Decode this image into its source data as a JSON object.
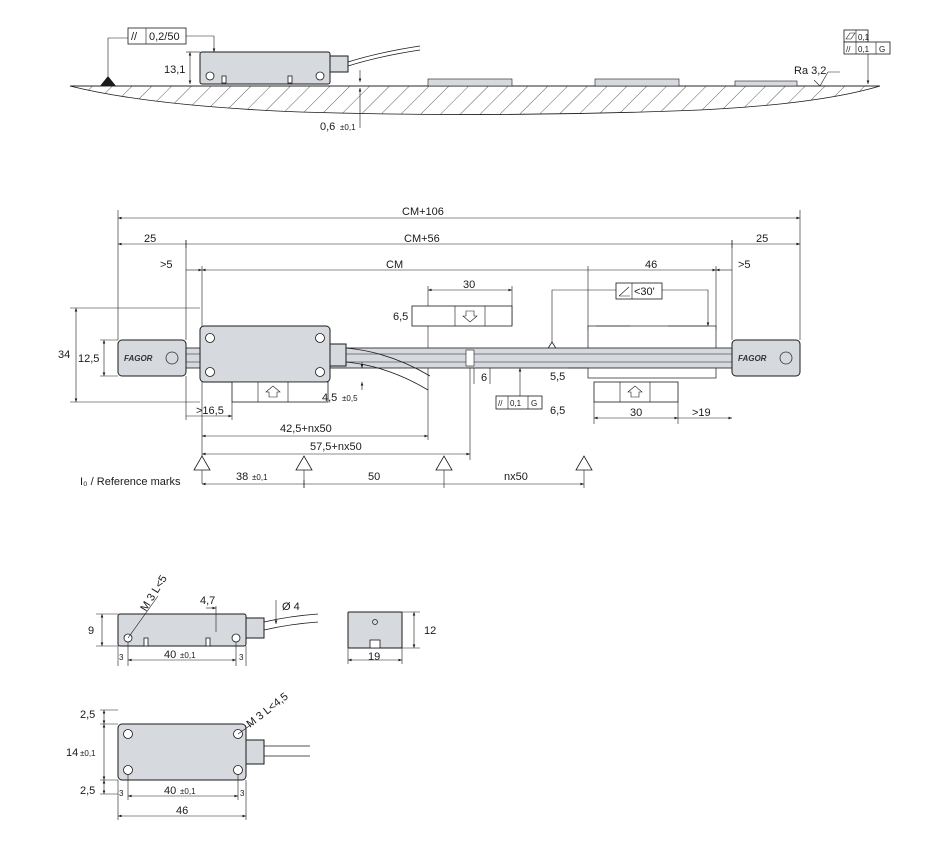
{
  "top_view": {
    "parallelism_tol": "0,2/50",
    "height": "13,1",
    "gap": "0,6",
    "gap_tol": "±0,1",
    "flatness_tol": "0,1",
    "parallel_tol": "0,1",
    "datum": "G",
    "roughness": "Ra 3,2"
  },
  "main_view": {
    "overall_length": "CM+106",
    "mounting_length": "CM+56",
    "end_left": "25",
    "end_right": "25",
    "min_left": ">5",
    "min_right": ">5",
    "measuring_length": "CM",
    "dist_46": "46",
    "dist_30_top": "30",
    "angle": "<30'",
    "height_34": "34",
    "height_12_5": "12,5",
    "height_6_5_top": "6,5",
    "offset_4_5": "4,5",
    "offset_4_5_tol": "±0,5",
    "min_16_5": ">16,5",
    "dim_6": "6",
    "dim_5_5": "5,5",
    "parallel_tol": "0,1",
    "datum": "G",
    "height_6_5_bottom": "6,5",
    "dist_30_bottom": "30",
    "min_19": ">19",
    "dist_42_5": "42,5+nx50",
    "dist_57_5": "57,5+nx50",
    "ref_marks_label": "I₀ / Reference marks",
    "ref_38": "38",
    "ref_38_tol": "±0,1",
    "ref_50": "50",
    "ref_nx50": "nx50",
    "logo": "FAGOR"
  },
  "side_view": {
    "thread": "M 3 L<5",
    "height_9": "9",
    "dim_4_7": "4,7",
    "cable_dia": "Ø 4",
    "edge_3_left": "3",
    "edge_3_right": "3",
    "pitch_40": "40",
    "pitch_40_tol": "±0,1",
    "section_height": "12",
    "section_width": "19"
  },
  "bottom_view": {
    "thread": "M 3 L<4,5",
    "top_2_5": "2,5",
    "height_14": "14",
    "height_14_tol": "±0,1",
    "bottom_2_5": "2,5",
    "edge_3_left": "3",
    "edge_3_right": "3",
    "pitch_40": "40",
    "pitch_40_tol": "±0,1",
    "width_46": "46"
  }
}
